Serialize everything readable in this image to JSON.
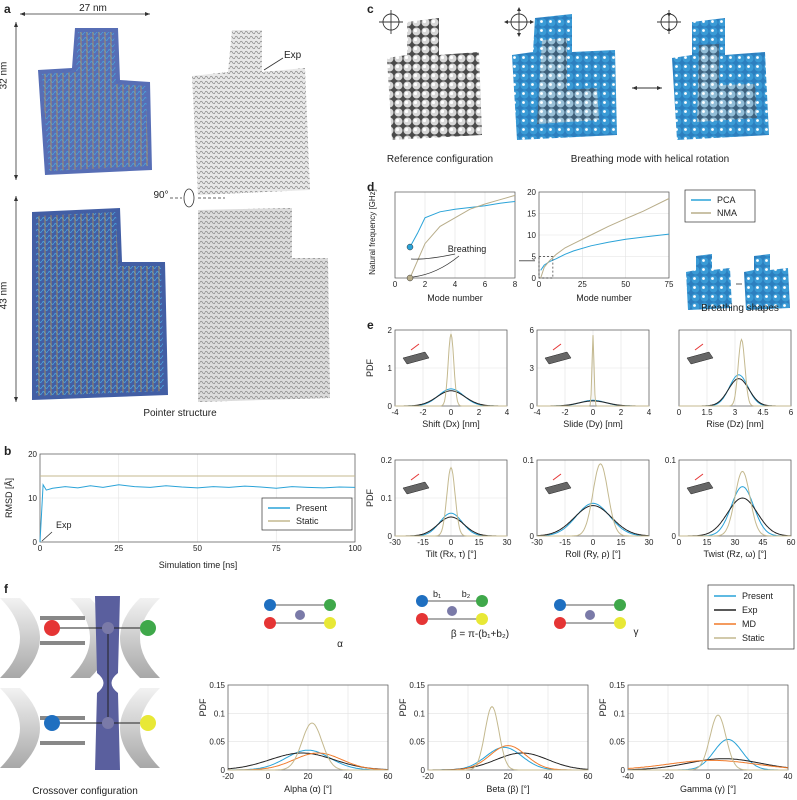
{
  "panel_labels": [
    "a",
    "b",
    "c",
    "d",
    "e",
    "f"
  ],
  "a": {
    "width_label": "27 nm",
    "height_top_label": "32 nm",
    "height_bottom_label": "43 nm",
    "rotation_label": "90°",
    "exp_label": "Exp",
    "caption": "Pointer structure"
  },
  "b": {
    "ylabel": "RMSD [Å]",
    "xlabel": "Simulation time [ns]",
    "exp_label": "Exp",
    "legend": [
      "Present",
      "Static"
    ],
    "colors": {
      "present": "#2aa3d8",
      "static": "#b8ad8a"
    }
  },
  "c": {
    "caption_left": "Reference configuration",
    "caption_right": "Breathing mode with helical rotation",
    "colors": {
      "highlight": "#3a9bd6",
      "base": "#9a9a9a"
    }
  },
  "d": {
    "ylabel": "Natural frequency [GHz]",
    "xlabel_left": "Mode number",
    "xlabel_right": "Mode number",
    "breathing_label": "Breathing",
    "legend": [
      "PCA",
      "NMA"
    ],
    "breathing_shapes_caption": "Breathing shapes",
    "colors": {
      "pca": "#2aa3d8",
      "nma": "#b8ad8a"
    }
  },
  "e": {
    "ylabel": "PDF",
    "titles": [
      "Shift (Dx) [nm]",
      "Slide (Dy) [nm]",
      "Rise (Dz) [nm]",
      "Tilt (Rx, τ) [°]",
      "Roll (Ry, ρ) [°]",
      "Twist (Rz, ω) [°]"
    ]
  },
  "f": {
    "ylabel": "PDF",
    "caption": "Crossover configuration",
    "legend": [
      "Present",
      "Exp",
      "MD",
      "Static"
    ],
    "colors": {
      "present": "#2aa3d8",
      "exp": "#222222",
      "md": "#f07a2a",
      "static": "#c4b98f"
    },
    "alpha_symbol": "α",
    "beta_formula": "β = π-(b₁+b₂)",
    "b1": "b₁",
    "b2": "b₂",
    "gamma_symbol": "γ",
    "xlabels": [
      "Alpha (α) [°]",
      "Beta (β) [°]",
      "Gamma (γ) [°]"
    ]
  },
  "chart_data": [
    {
      "id": "b",
      "type": "line",
      "xlabel": "Simulation time [ns]",
      "ylabel": "RMSD [Å]",
      "xlim": [
        0,
        100
      ],
      "ylim": [
        0,
        20
      ],
      "xticks": [
        0,
        25,
        50,
        75,
        100
      ],
      "yticks": [
        0,
        10,
        20
      ],
      "series": [
        {
          "name": "Present",
          "x": [
            0,
            1,
            2,
            4,
            8,
            12,
            16,
            20,
            25,
            30,
            35,
            40,
            45,
            50,
            55,
            60,
            65,
            70,
            75,
            80,
            85,
            90,
            95,
            100
          ],
          "y": [
            0,
            13,
            11.8,
            12.2,
            12.6,
            12.3,
            12.8,
            12.4,
            13.0,
            12.6,
            12.4,
            12.8,
            12.5,
            12.3,
            12.6,
            12.4,
            12.7,
            12.5,
            12.2,
            12.6,
            12.4,
            12.3,
            12.5,
            12.4
          ]
        },
        {
          "name": "Static",
          "x": [
            0,
            100
          ],
          "y": [
            15,
            15
          ]
        }
      ]
    },
    {
      "id": "d-left",
      "type": "line",
      "xlabel": "Mode number",
      "ylabel": "Natural frequency [GHz]",
      "xlim": [
        0,
        8
      ],
      "ylim": [
        0,
        5
      ],
      "xticks": [
        0,
        2,
        4,
        6,
        8
      ],
      "series": [
        {
          "name": "PCA",
          "x": [
            1,
            1.5,
            2,
            3,
            4,
            5,
            6,
            7,
            8
          ],
          "y": [
            1.8,
            2.6,
            3.5,
            3.85,
            4.0,
            4.1,
            4.2,
            4.35,
            4.45
          ]
        },
        {
          "name": "NMA",
          "x": [
            1,
            1.5,
            2,
            3,
            4,
            5,
            6,
            7,
            8
          ],
          "y": [
            0,
            1.0,
            2.0,
            3.0,
            3.5,
            4.0,
            4.3,
            4.55,
            4.8
          ]
        }
      ]
    },
    {
      "id": "d-right",
      "type": "line",
      "xlabel": "Mode number",
      "xlim": [
        0,
        75
      ],
      "ylim": [
        0,
        20
      ],
      "xticks": [
        0,
        25,
        50,
        75
      ],
      "yticks": [
        0,
        5,
        10,
        15,
        20
      ],
      "series": [
        {
          "name": "PCA",
          "x": [
            1,
            3,
            6,
            10,
            15,
            20,
            30,
            40,
            50,
            60,
            75
          ],
          "y": [
            1.8,
            3.0,
            3.8,
            4.5,
            5.5,
            6.3,
            7.5,
            8.3,
            9.0,
            9.5,
            10.2
          ]
        },
        {
          "name": "NMA",
          "x": [
            1,
            3,
            6,
            10,
            15,
            20,
            30,
            40,
            50,
            60,
            75
          ],
          "y": [
            0,
            2.5,
            4.0,
            5.5,
            7.0,
            8.0,
            10.0,
            12.0,
            13.8,
            15.5,
            18.5
          ]
        }
      ]
    },
    {
      "id": "e-shift",
      "type": "line",
      "xlabel": "Shift (Dx) [nm]",
      "ylabel": "PDF",
      "xlim": [
        -4,
        4
      ],
      "ylim": [
        0,
        2
      ],
      "xticks": [
        -4,
        -2,
        0,
        2,
        4
      ],
      "yticks": [
        0,
        1,
        2
      ],
      "series": [
        {
          "name": "Present",
          "mean": 0,
          "sd": 0.9,
          "amp": 0.45
        },
        {
          "name": "Exp",
          "mean": 0,
          "sd": 1.0,
          "amp": 0.4
        },
        {
          "name": "Static",
          "mean": 0,
          "sd": 0.2,
          "amp": 1.9
        }
      ]
    },
    {
      "id": "e-slide",
      "type": "line",
      "xlabel": "Slide (Dy) [nm]",
      "xlim": [
        -4,
        4
      ],
      "ylim": [
        0,
        6
      ],
      "xticks": [
        -4,
        -2,
        0,
        2,
        4
      ],
      "yticks": [
        0,
        3,
        6
      ],
      "series": [
        {
          "name": "Present",
          "mean": 0,
          "sd": 0.9,
          "amp": 0.45
        },
        {
          "name": "Exp",
          "mean": 0,
          "sd": 1.0,
          "amp": 0.4
        },
        {
          "name": "Static",
          "mean": 0,
          "sd": 0.07,
          "amp": 5.6
        }
      ]
    },
    {
      "id": "e-rise",
      "type": "line",
      "xlabel": "Rise (Dz) [nm]",
      "xlim": [
        0,
        6
      ],
      "ylim": [
        0,
        2
      ],
      "xticks": [
        0,
        1.5,
        3,
        4.5,
        6
      ],
      "series": [
        {
          "name": "Present",
          "mean": 3.2,
          "sd": 0.5,
          "amp": 0.82
        },
        {
          "name": "Exp",
          "mean": 3.2,
          "sd": 0.55,
          "amp": 0.72
        },
        {
          "name": "Static",
          "mean": 3.35,
          "sd": 0.18,
          "amp": 1.75
        }
      ]
    },
    {
      "id": "e-tilt",
      "type": "line",
      "xlabel": "Tilt (Rx, τ) [°]",
      "ylabel": "PDF",
      "xlim": [
        -30,
        30
      ],
      "ylim": [
        0,
        0.2
      ],
      "xticks": [
        -30,
        -15,
        0,
        15,
        30
      ],
      "yticks": [
        0,
        0.1,
        0.2
      ],
      "series": [
        {
          "name": "Present",
          "mean": 0,
          "sd": 6,
          "amp": 0.06
        },
        {
          "name": "Exp",
          "mean": 0,
          "sd": 7,
          "amp": 0.05
        },
        {
          "name": "Static",
          "mean": 0,
          "sd": 2.2,
          "amp": 0.18
        }
      ]
    },
    {
      "id": "e-roll",
      "type": "line",
      "xlabel": "Roll (Ry, ρ) [°]",
      "xlim": [
        -30,
        30
      ],
      "ylim": [
        0,
        0.1
      ],
      "xticks": [
        -30,
        -15,
        0,
        15,
        30
      ],
      "yticks": [
        0,
        0.1
      ],
      "series": [
        {
          "name": "Present",
          "mean": 0,
          "sd": 9,
          "amp": 0.043
        },
        {
          "name": "Exp",
          "mean": 0,
          "sd": 10,
          "amp": 0.04
        },
        {
          "name": "Static",
          "mean": 4,
          "sd": 4,
          "amp": 0.095
        }
      ]
    },
    {
      "id": "e-twist",
      "type": "line",
      "xlabel": "Twist (Rz, ω) [°]",
      "xlim": [
        0,
        60
      ],
      "ylim": [
        0,
        0.1
      ],
      "xticks": [
        0,
        15,
        30,
        45,
        60
      ],
      "yticks": [
        0,
        0.1
      ],
      "series": [
        {
          "name": "Present",
          "mean": 34,
          "sd": 6,
          "amp": 0.065
        },
        {
          "name": "Exp",
          "mean": 34,
          "sd": 8,
          "amp": 0.05
        },
        {
          "name": "Static",
          "mean": 34,
          "sd": 4,
          "amp": 0.085
        }
      ]
    },
    {
      "id": "f-alpha",
      "type": "line",
      "xlabel": "Alpha (α) [°]",
      "ylabel": "PDF",
      "xlim": [
        -20,
        60
      ],
      "ylim": [
        0,
        0.15
      ],
      "xticks": [
        -20,
        0,
        20,
        40,
        60
      ],
      "yticks": [
        0,
        0.05,
        0.1,
        0.15
      ],
      "series": [
        {
          "name": "Present",
          "mean": 20,
          "sd": 11,
          "amp": 0.035
        },
        {
          "name": "Exp",
          "mean": 17,
          "sd": 16,
          "amp": 0.03
        },
        {
          "name": "MD",
          "mean": 25,
          "sd": 12,
          "amp": 0.03
        },
        {
          "name": "Static",
          "mean": 22,
          "sd": 5,
          "amp": 0.083
        }
      ]
    },
    {
      "id": "f-beta",
      "type": "line",
      "xlabel": "Beta (β) [°]",
      "xlim": [
        -20,
        60
      ],
      "ylim": [
        0,
        0.15
      ],
      "xticks": [
        -20,
        0,
        20,
        40,
        60
      ],
      "yticks": [
        0,
        0.05,
        0.1,
        0.15
      ],
      "series": [
        {
          "name": "Present",
          "mean": 18,
          "sd": 9,
          "amp": 0.04
        },
        {
          "name": "Exp",
          "mean": 27,
          "sd": 13,
          "amp": 0.03
        },
        {
          "name": "MD",
          "mean": 20,
          "sd": 9,
          "amp": 0.043
        },
        {
          "name": "Static",
          "mean": 12,
          "sd": 3.5,
          "amp": 0.112
        }
      ]
    },
    {
      "id": "f-gamma",
      "type": "line",
      "xlabel": "Gamma (γ) [°]",
      "xlim": [
        -40,
        40
      ],
      "ylim": [
        0,
        0.15
      ],
      "xticks": [
        -40,
        -20,
        0,
        20,
        40
      ],
      "yticks": [
        0,
        0.05,
        0.1,
        0.15
      ],
      "series": [
        {
          "name": "Present",
          "mean": 10,
          "sd": 7,
          "amp": 0.054
        },
        {
          "name": "Exp",
          "mean": 8,
          "sd": 18,
          "amp": 0.02
        },
        {
          "name": "MD",
          "mean": 2,
          "sd": 22,
          "amp": 0.017
        },
        {
          "name": "Static",
          "mean": 5,
          "sd": 4,
          "amp": 0.097
        }
      ]
    }
  ]
}
